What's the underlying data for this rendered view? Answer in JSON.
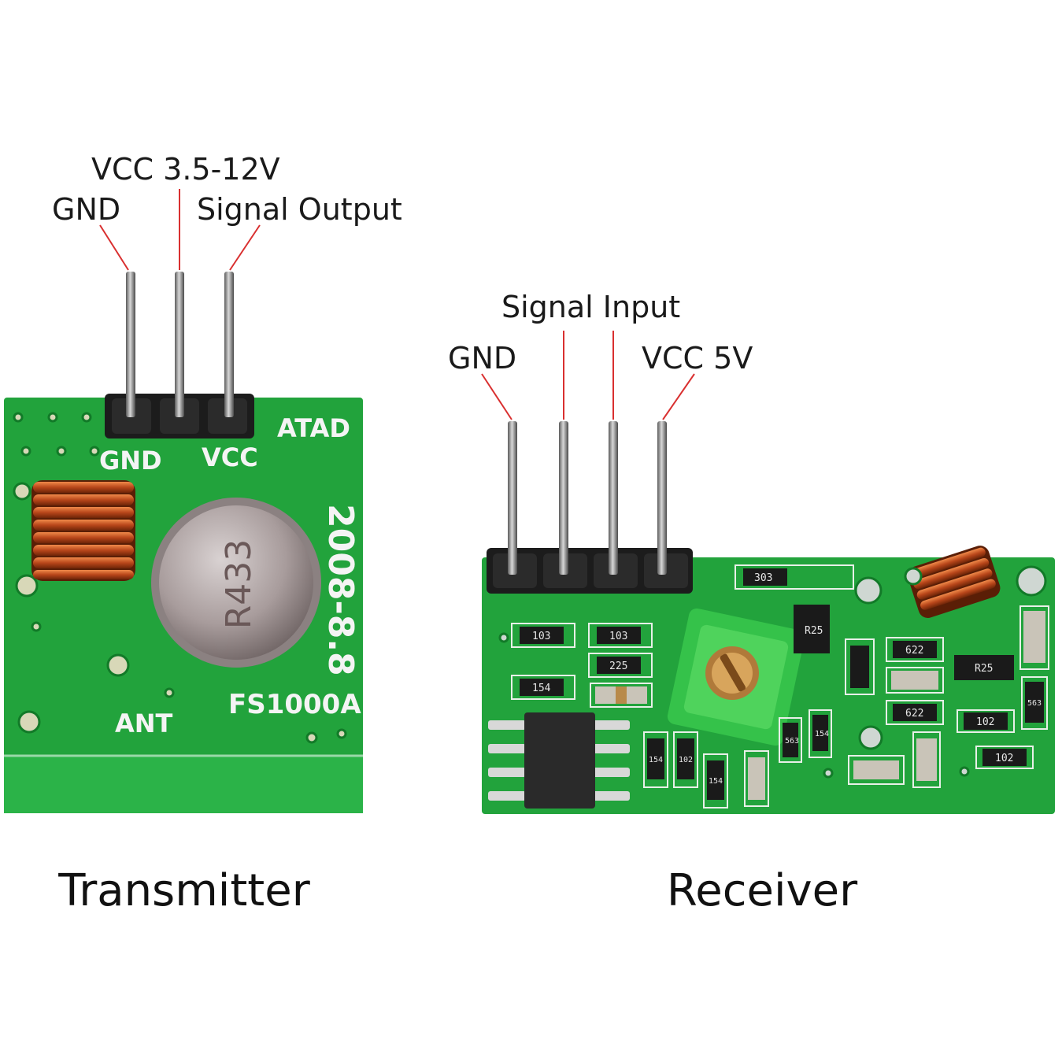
{
  "transmitter": {
    "caption": "Transmitter",
    "pin_labels": {
      "gnd": "GND",
      "vcc": "VCC 3.5-12V",
      "signal": "Signal Output"
    },
    "silkscreen": {
      "gnd": "GND",
      "vcc": "VCC",
      "data": "ATAD",
      "ant": "ANT",
      "model": "FS1000A",
      "date": "2008-8.8",
      "resonator": "R433"
    }
  },
  "receiver": {
    "caption": "Receiver",
    "pin_labels": {
      "gnd": "GND",
      "signal": "Signal Input",
      "vcc": "VCC 5V"
    },
    "smd_markings": [
      "303",
      "103",
      "103",
      "225",
      "154",
      "R25",
      "622",
      "622",
      "R25",
      "563",
      "154",
      "102",
      "102",
      "563",
      "154",
      "102",
      "154"
    ]
  },
  "colors": {
    "pcb_green": "#1f9e3a",
    "leader_line": "#d93030",
    "coil_copper": "#c2521e",
    "pin_metal": "#8a8a8a"
  }
}
